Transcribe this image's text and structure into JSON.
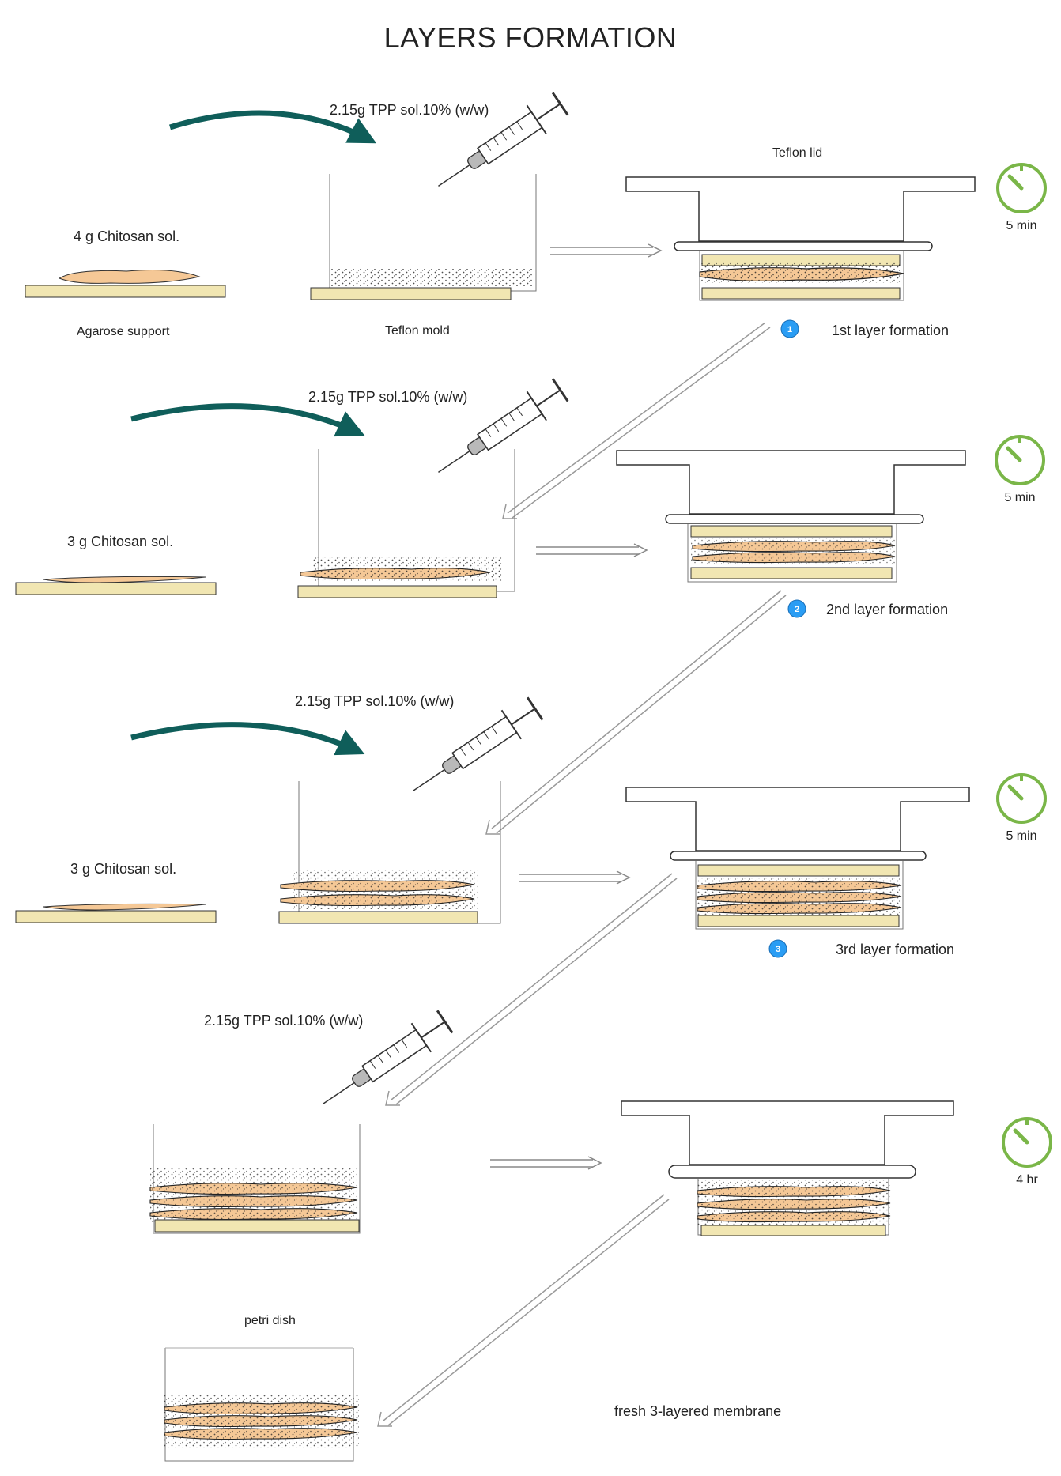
{
  "title": "LAYERS FORMATION",
  "labels": {
    "chitosan_1": "4 g Chitosan sol.",
    "chitosan_2": "3 g Chitosan sol.",
    "chitosan_3": "3 g Chitosan sol.",
    "agarose": "Agarose support",
    "teflon_mold": "Teflon mold",
    "teflon_lid": "Teflon lid",
    "tpp_1": "2.15g TPP sol.10% (w/w)",
    "tpp_2": "2.15g TPP sol.10% (w/w)",
    "tpp_3": "2.15g TPP sol.10% (w/w)",
    "tpp_4": "2.15g TPP sol.10% (w/w)",
    "petri_dish": "petri dish",
    "result": "fresh 3-layered membrane"
  },
  "steps": [
    {
      "badge": "1",
      "label": "1st layer formation",
      "time": "5 min"
    },
    {
      "badge": "2",
      "label": "2nd layer formation",
      "time": "5 min"
    },
    {
      "badge": "3",
      "label": "3rd layer formation",
      "time": "5 min"
    },
    {
      "badge": "",
      "label": "",
      "time": "4 hr"
    }
  ],
  "colors": {
    "agarose": "#f1e6b2",
    "chitosan": "#f5c896",
    "teal_arrow": "#0f5e5a",
    "timer": "#7ab648",
    "badge": "#2a9df4",
    "line": "#555555"
  }
}
